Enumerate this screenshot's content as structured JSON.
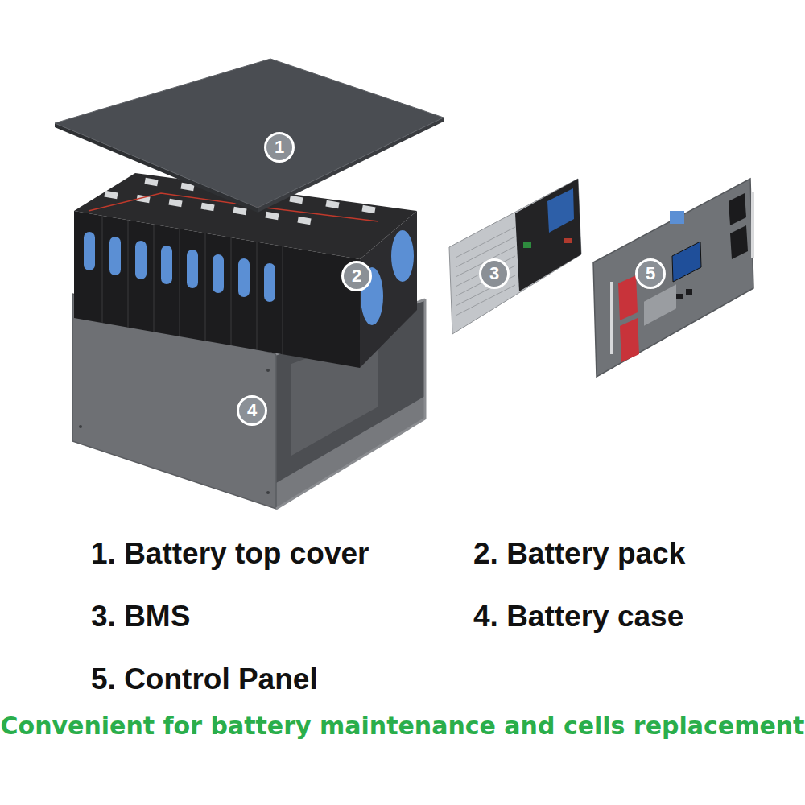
{
  "diagram": {
    "caption": "Convenient for battery maintenance and cells replacement",
    "nodes": [
      {
        "text": [
          "1"
        ]
      },
      {
        "text": [
          "2"
        ]
      },
      {
        "text": [
          "3"
        ]
      },
      {
        "text": [
          "4"
        ]
      },
      {
        "text": [
          "5"
        ]
      }
    ],
    "labels": [
      "1. Battery top cover",
      "2. Battery pack",
      "3. BMS",
      "4. Battery case",
      "5. Control Panel"
    ]
  }
}
